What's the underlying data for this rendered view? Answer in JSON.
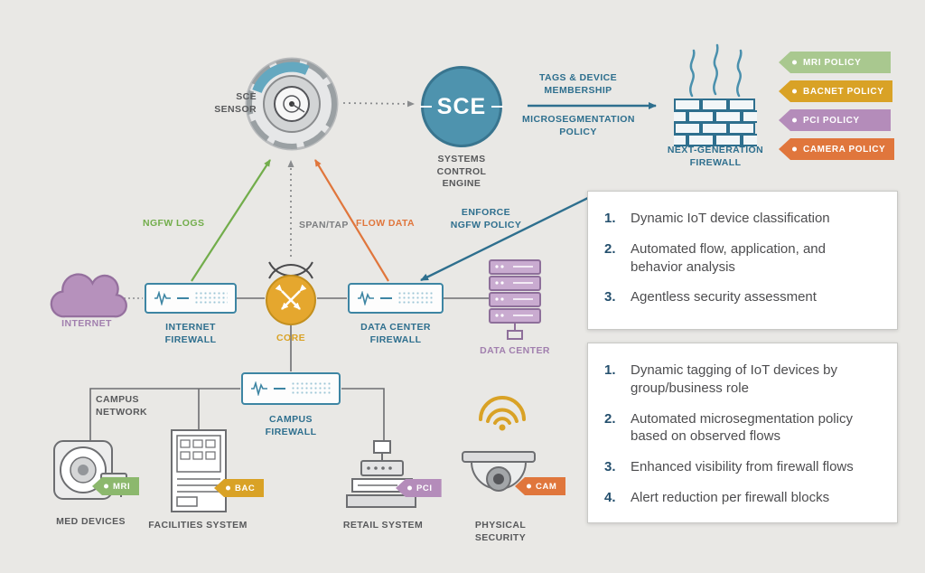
{
  "title": "IoT segmentation network architecture",
  "colors": {
    "background": "#e9e8e5",
    "teal": "#4e93ae",
    "blue_text": "#2e6f8e",
    "green": "#72ad4b",
    "gold": "#d9a226",
    "purple": "#b48cba",
    "orange": "#e0763c",
    "gray_text": "#58595b"
  },
  "nodes": {
    "sce_sensor": {
      "label": "SCE\nSENSOR"
    },
    "sce": {
      "text": "SCE",
      "label": "SYSTEMS\nCONTROL\nENGINE"
    },
    "ngfw": {
      "label": "NEXT-GENERATION\nFIREWALL"
    },
    "internet": {
      "label": "INTERNET"
    },
    "internet_firewall": {
      "label": "INTERNET\nFIREWALL"
    },
    "core": {
      "label": "CORE"
    },
    "dc_firewall": {
      "label": "DATA CENTER\nFIREWALL"
    },
    "data_center": {
      "label": "DATA CENTER"
    },
    "campus_network": {
      "label": "CAMPUS\nNETWORK"
    },
    "campus_firewall": {
      "label": "CAMPUS\nFIREWALL"
    },
    "med_devices": {
      "label": "MED DEVICES",
      "tag": "MRI",
      "tag_color": "#8cb86d"
    },
    "facilities": {
      "label": "FACILITIES SYSTEM",
      "tag": "BAC",
      "tag_color": "#d9a226"
    },
    "retail": {
      "label": "RETAIL SYSTEM",
      "tag": "PCI",
      "tag_color": "#b48cba"
    },
    "physical_security": {
      "label": "PHYSICAL SECURITY",
      "tag": "CAM",
      "tag_color": "#e0763c"
    }
  },
  "edges": {
    "ngfw_logs": "NGFW LOGS",
    "span_tap": "SPAN/TAP",
    "flow_data": "FLOW DATA",
    "enforce_policy": "ENFORCE\nNGFW POLICY",
    "tags_membership": "TAGS & DEVICE\nMEMBERSHIP",
    "microseg_policy": "MICROSEGMENTATION\nPOLICY"
  },
  "policies": [
    {
      "label": "MRI POLICY",
      "color": "#a9c88f"
    },
    {
      "label": "BACNET POLICY",
      "color": "#d9a226"
    },
    {
      "label": "PCI POLICY",
      "color": "#b48cba"
    },
    {
      "label": "CAMERA POLICY",
      "color": "#e0763c"
    }
  ],
  "capabilities_box": {
    "items": [
      {
        "num": "1.",
        "text": "Dynamic IoT device classification"
      },
      {
        "num": "2.",
        "text": "Automated flow, application, and behavior analysis"
      },
      {
        "num": "3.",
        "text": "Agentless security assessment"
      }
    ]
  },
  "outcomes_box": {
    "items": [
      {
        "num": "1.",
        "text": "Dynamic tagging of IoT devices by group/business role"
      },
      {
        "num": "2.",
        "text": "Automated microsegmentation policy based on observed flows"
      },
      {
        "num": "3.",
        "text": "Enhanced visibility from firewall flows"
      },
      {
        "num": "4.",
        "text": "Alert reduction per firewall blocks"
      }
    ]
  }
}
